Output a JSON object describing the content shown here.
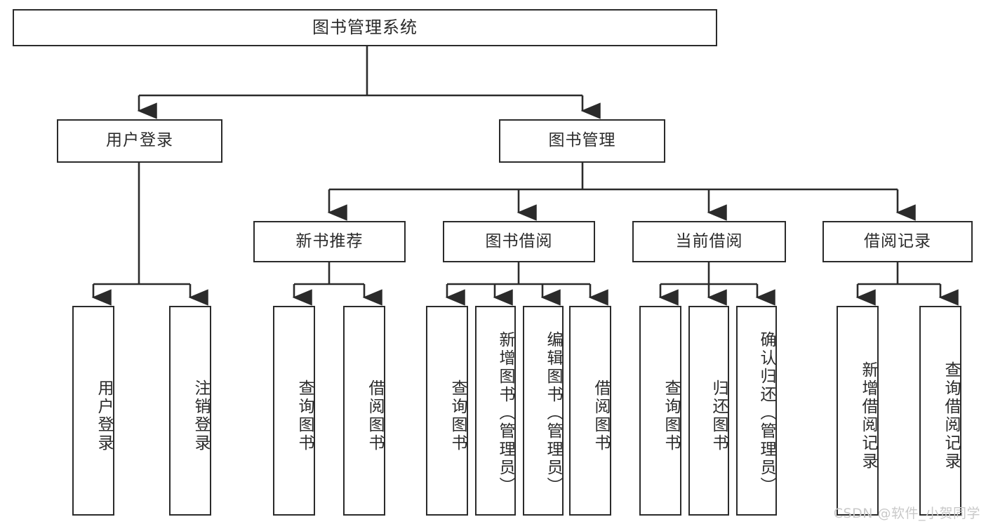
{
  "diagram": {
    "title": "图书管理系统",
    "type": "hierarchy-tree",
    "theme": {
      "stroke": "#2b2b2b",
      "fill": "#ffffff",
      "background": "#ffffff",
      "watermark_color": "#c9c9c9"
    },
    "root": {
      "label": "图书管理系统"
    },
    "level2": [
      {
        "id": "user-login",
        "label": "用户登录"
      },
      {
        "id": "book-manage",
        "label": "图书管理"
      }
    ],
    "level3": [
      {
        "id": "new-book-recommend",
        "label": "新书推荐",
        "parent": "book-manage"
      },
      {
        "id": "book-borrow",
        "label": "图书借阅",
        "parent": "book-manage"
      },
      {
        "id": "current-borrow",
        "label": "当前借阅",
        "parent": "book-manage"
      },
      {
        "id": "borrow-record",
        "label": "借阅记录",
        "parent": "book-manage"
      }
    ],
    "leaves": [
      {
        "id": "leaf-user-login",
        "label": "用户登录",
        "parent": "user-login"
      },
      {
        "id": "leaf-logout",
        "label": "注销登录",
        "parent": "user-login"
      },
      {
        "id": "leaf-query-book-1",
        "label": "查询图书",
        "parent": "new-book-recommend"
      },
      {
        "id": "leaf-borrow-book-1",
        "label": "借阅图书",
        "parent": "new-book-recommend"
      },
      {
        "id": "leaf-query-book-2",
        "label": "查询图书",
        "parent": "book-borrow"
      },
      {
        "id": "leaf-add-book",
        "label": "新增图书（管理员）",
        "parent": "book-borrow"
      },
      {
        "id": "leaf-edit-book",
        "label": "编辑图书（管理员）",
        "parent": "book-borrow"
      },
      {
        "id": "leaf-borrow-book-2",
        "label": "借阅图书",
        "parent": "book-borrow"
      },
      {
        "id": "leaf-query-book-3",
        "label": "查询图书",
        "parent": "current-borrow"
      },
      {
        "id": "leaf-return-book",
        "label": "归还图书",
        "parent": "current-borrow"
      },
      {
        "id": "leaf-confirm-return",
        "label": "确认归还（管理员）",
        "parent": "current-borrow"
      },
      {
        "id": "leaf-add-record",
        "label": "新增借阅记录",
        "parent": "borrow-record"
      },
      {
        "id": "leaf-query-record",
        "label": "查询借阅记录",
        "parent": "borrow-record"
      }
    ],
    "watermark": "CSDN @软件_小贺同学"
  }
}
